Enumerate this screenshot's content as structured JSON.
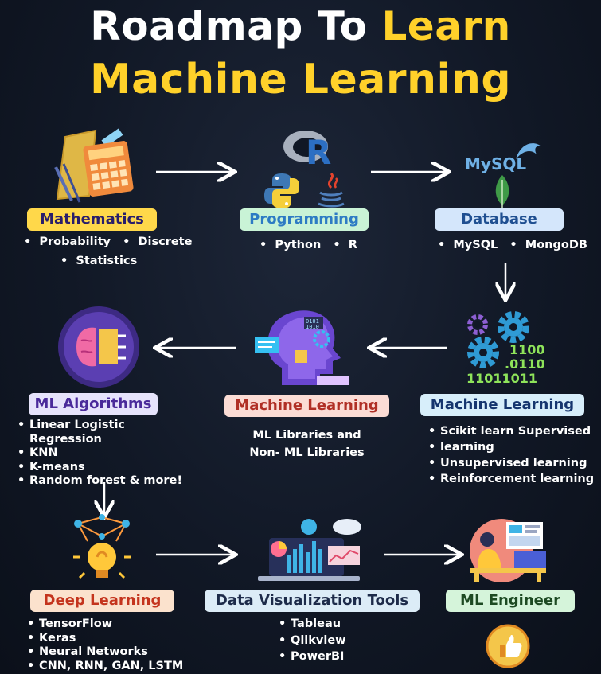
{
  "title": {
    "part1": "Roadmap To ",
    "part2": "Learn",
    "line2": "Machine Learning"
  },
  "icons": {
    "r_letter": "R",
    "mysql_text": "MySQL",
    "binary_1": "1100",
    "binary_2": ".0110",
    "binary_3": "11011011"
  },
  "nodes": {
    "mathematics": {
      "label": "Mathematics",
      "items": [
        "Probability",
        "Discrete",
        "Statistics"
      ]
    },
    "programming": {
      "label": "Programming",
      "items": [
        "Python",
        "R"
      ]
    },
    "database": {
      "label": "Database",
      "items": [
        "MySQL",
        "MongoDB"
      ]
    },
    "ml_right": {
      "label": "Machine Learning",
      "items": [
        "Scikit learn Supervised",
        "learning",
        "Unsupervised learning",
        "Reinforcement learning"
      ]
    },
    "ml_middle": {
      "label": "Machine Learning",
      "text_line1": "ML Libraries and",
      "text_line2": "Non- ML Libraries"
    },
    "ml_algorithms": {
      "label": "ML Algorithms",
      "items": [
        "Linear Logistic Regression",
        "KNN",
        "K-means",
        "Random forest & more!"
      ]
    },
    "deep_learning": {
      "label": "Deep Learning",
      "items": [
        "TensorFlow",
        "Keras",
        "Neural Networks",
        "CNN, RNN, GAN, LSTM"
      ]
    },
    "data_viz": {
      "label": "Data Visualization Tools",
      "items": [
        "Tableau",
        "Qlikview",
        "PowerBI"
      ]
    },
    "ml_engineer": {
      "label": "ML Engineer"
    }
  },
  "colors": {
    "accent_yellow": "#ffd12a",
    "background": "#111826",
    "arrow": "#ffffff"
  }
}
